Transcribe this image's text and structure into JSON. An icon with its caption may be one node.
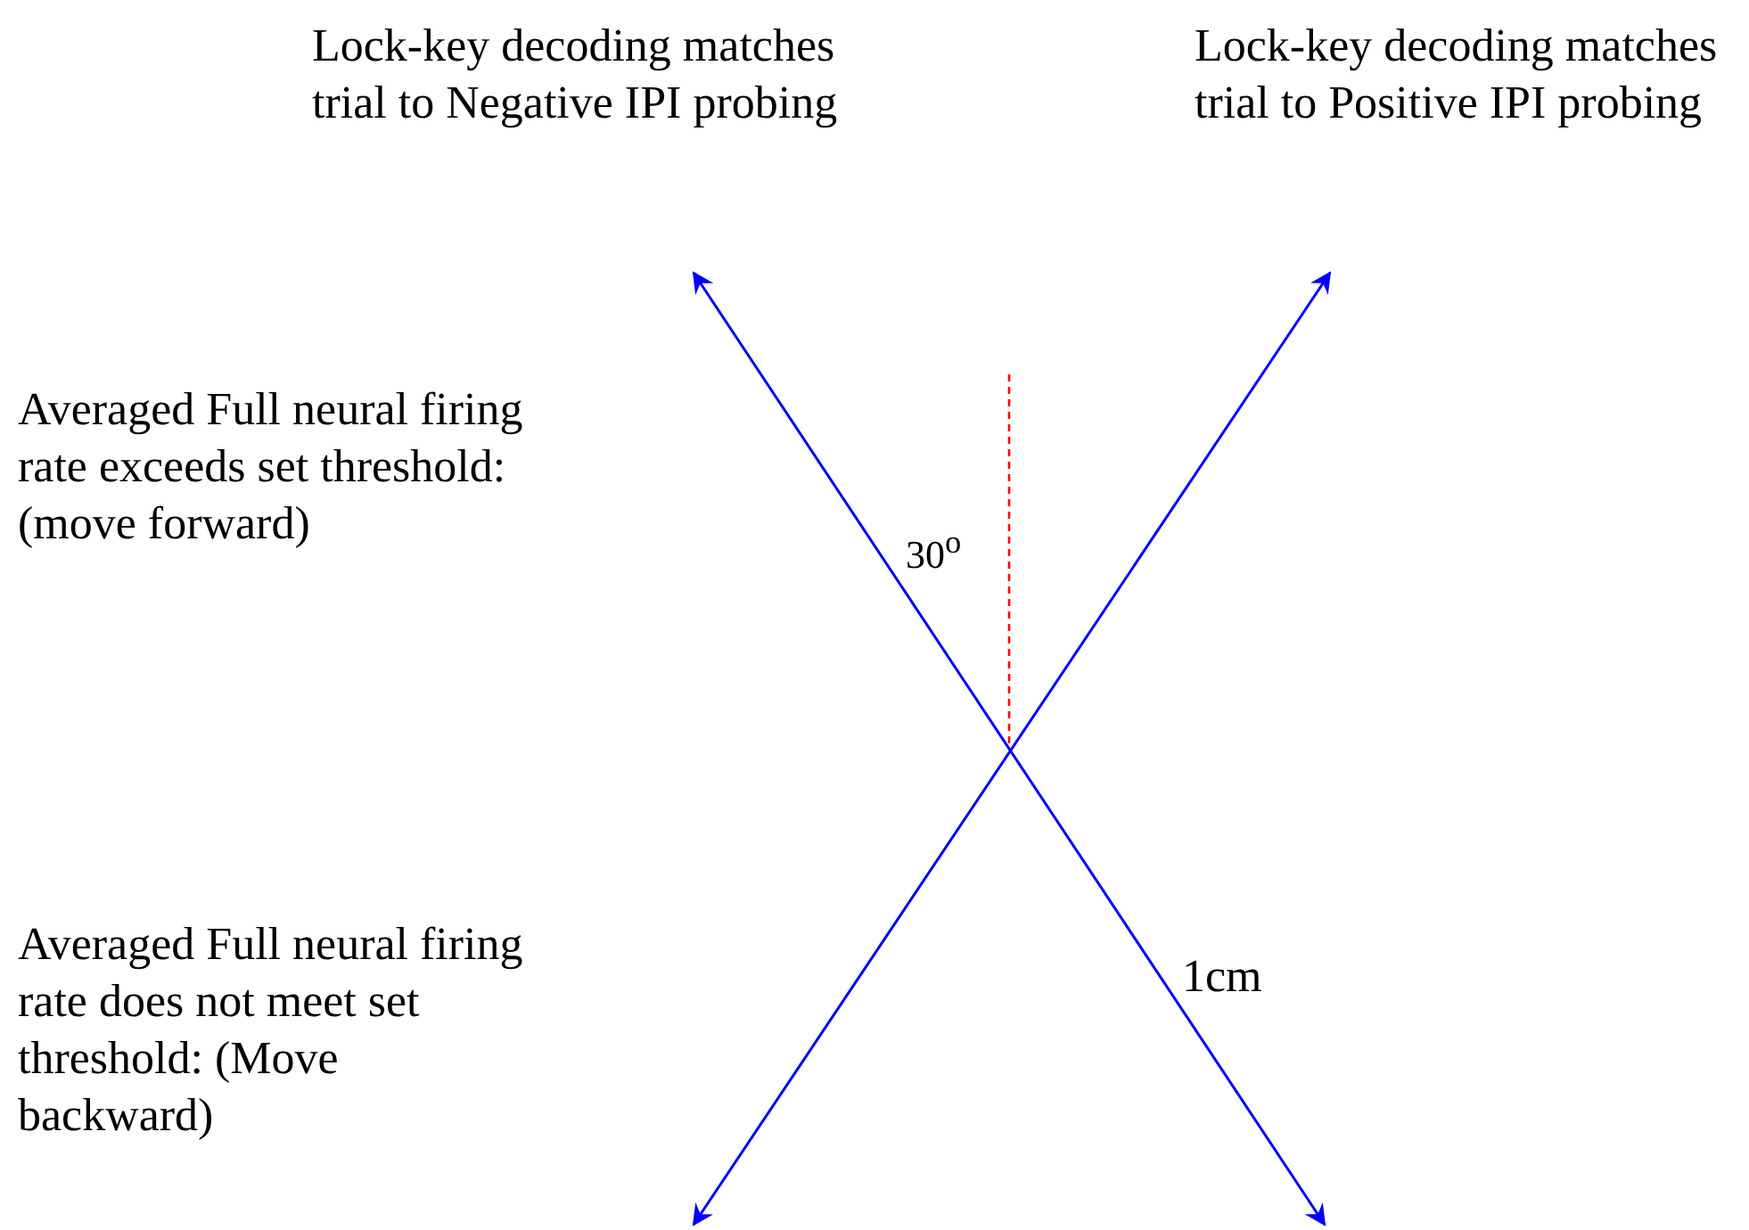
{
  "diagram": {
    "labels": [
      "Lock-key decoding matches trial to Negative IPI probing",
      "Lock-key decoding matches trial to Positive IPI probing",
      "Averaged Full neural firing rate exceeds set threshold: (move forward)",
      "30$^{o}$",
      "1cm",
      "Averaged Full neural firing rate does not meet set threshold: (Move backward)"
    ]
  }
}
